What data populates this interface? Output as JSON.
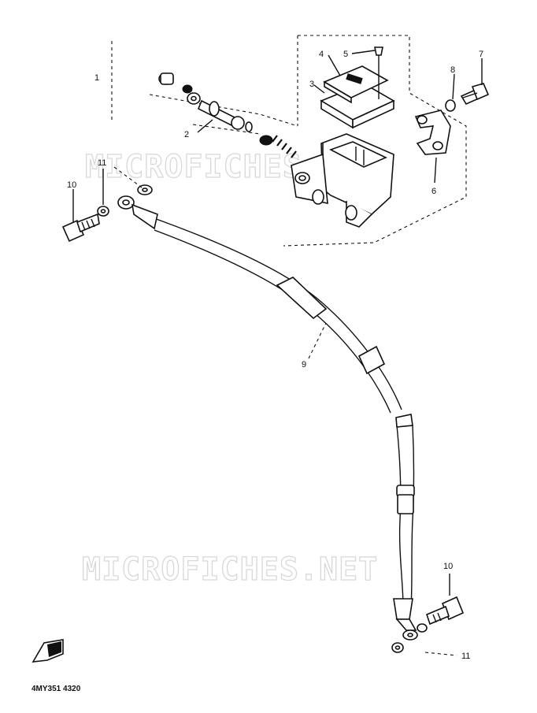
{
  "diagram": {
    "callouts": {
      "c1": "1",
      "c2": "2",
      "c3": "3",
      "c4": "4",
      "c5": "5",
      "c6": "6",
      "c7": "7",
      "c8": "8",
      "c9": "9",
      "c10_top": "10",
      "c11_top": "11",
      "c10_bottom": "10",
      "c11_bottom": "11"
    },
    "watermark_top": "MICROFICHES.NET",
    "watermark_bottom": "MICROFICHES.NET",
    "diagram_code": "4MY351 4320"
  }
}
